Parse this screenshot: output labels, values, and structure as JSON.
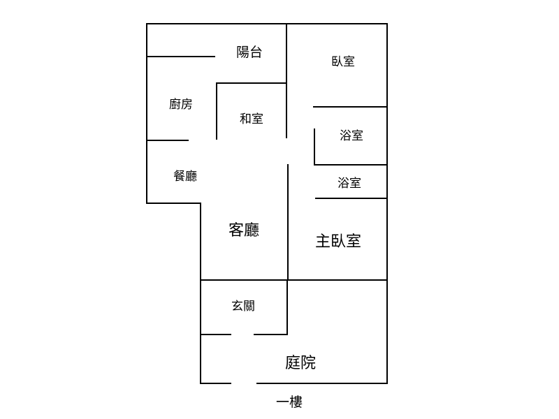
{
  "floor_plan": {
    "caption": "一樓",
    "rooms": {
      "balcony": "陽台",
      "bedroom": "臥室",
      "kitchen": "廚房",
      "japanese_room": "和室",
      "bathroom_upper": "浴室",
      "dining_room": "餐廳",
      "bathroom_lower": "浴室",
      "living_room": "客廳",
      "master_bedroom": "主臥室",
      "entrance": "玄關",
      "courtyard": "庭院"
    }
  }
}
